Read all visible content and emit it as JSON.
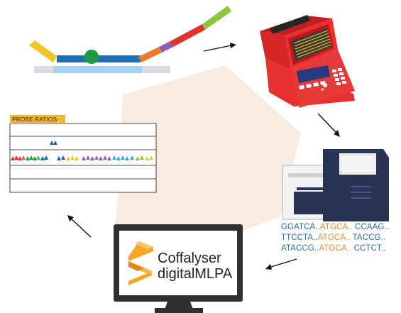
{
  "probe_panel": {
    "title": "PROBE RATIOS"
  },
  "software": {
    "name_line1": "Coffalyser",
    "name_line2": "digitalMLPA"
  },
  "sequences": [
    {
      "left": "GGATCA..",
      "mid": "ATGCA..",
      "right": "CCAAG.."
    },
    {
      "left": "TTCCTA..",
      "mid": "ATGCA..",
      "right": "TACCG.."
    },
    {
      "left": "ATACCG..",
      "mid": "ATGCA..",
      "right": "CCTCT.."
    }
  ],
  "colors": {
    "hexagon": "#f8ebe0",
    "thermocycler_red": "#e8302f",
    "sequencer_navy": "#2a3354",
    "logo_orange": "#f5a623",
    "probe_label_bg": "#f2b638",
    "seq_blue": "#2c6fa8",
    "seq_orange": "#ea8a33"
  },
  "icons": [
    "probe-hybridization-icon",
    "thermocycler-icon",
    "sequencer-icon",
    "probe-ratio-chart-icon",
    "computer-monitor-icon",
    "coffalyser-logo-icon"
  ]
}
